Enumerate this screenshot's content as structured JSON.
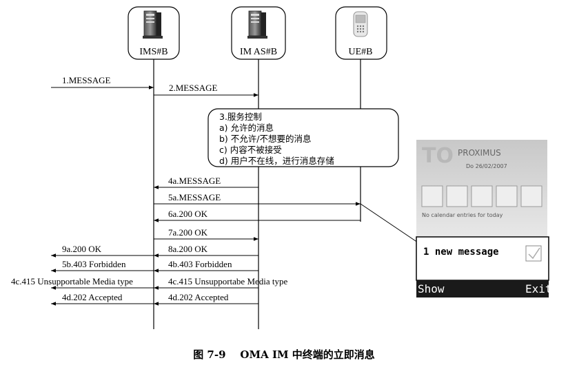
{
  "entities": [
    {
      "id": "ims",
      "label": "IMS#B",
      "icon": "server-icon"
    },
    {
      "id": "imas",
      "label": "IM AS#B",
      "icon": "server-icon"
    },
    {
      "id": "ue",
      "label": "UE#B",
      "icon": "mobile-phone-icon"
    }
  ],
  "messages": [
    {
      "label": "1.MESSAGE"
    },
    {
      "label": "2.MESSAGE"
    },
    {
      "label": "4a.MESSAGE"
    },
    {
      "label": "5a.MESSAGE"
    },
    {
      "label": "6a.200 OK"
    },
    {
      "label": "7a.200 OK"
    },
    {
      "label": "8a.200 OK"
    },
    {
      "label": "9a.200 OK"
    },
    {
      "label": "4b.403 Forbidden"
    },
    {
      "label": "5b.403 Forbidden"
    },
    {
      "label": "4c.415 Unsupportabe Media type"
    },
    {
      "label": "4c.415 Unsupportable Media type"
    },
    {
      "label": "4d.202 Accepted"
    },
    {
      "label": "4d.202 Accepted"
    }
  ],
  "note": {
    "lines": [
      "3.服务控制",
      "a) 允许的消息",
      "b) 不允许/不想要的消息",
      "c) 内容不被接受",
      "d) 用户不在线，进行消息存储"
    ]
  },
  "phone": {
    "brand": "PROXIMUS",
    "date": "Do 26/02/2007",
    "calendar": "No calendar entries for today",
    "message": "1 new message",
    "left_softkey": "Show",
    "right_softkey": "Exit"
  },
  "caption": "图 7-9    OMA IM 中终端的立即消息",
  "colors": {
    "line": "#000000",
    "phone_bg": "#d8d8d8",
    "softkey_bar": "#1a1a1a"
  }
}
